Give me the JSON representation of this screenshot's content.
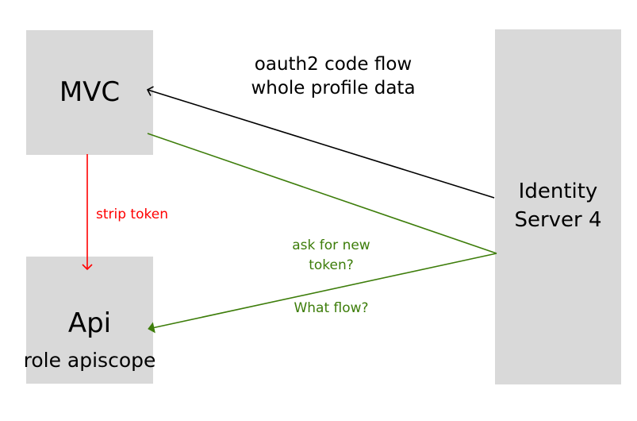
{
  "nodes": {
    "mvc": {
      "label": "MVC"
    },
    "api": {
      "label": "Api",
      "sublabel": "role apiscope"
    },
    "identity_server": {
      "label_line1": "Identity",
      "label_line2": "Server 4"
    }
  },
  "edges": {
    "oauth": {
      "label_line1": "oauth2 code flow",
      "label_line2": "whole profile data",
      "color": "#000000"
    },
    "strip": {
      "label": "strip token",
      "color": "#ff0000"
    },
    "new_token": {
      "label_line1": "ask for new",
      "label_line2": "token?",
      "label_extra": "What flow?",
      "color": "#3d7d0a"
    }
  }
}
